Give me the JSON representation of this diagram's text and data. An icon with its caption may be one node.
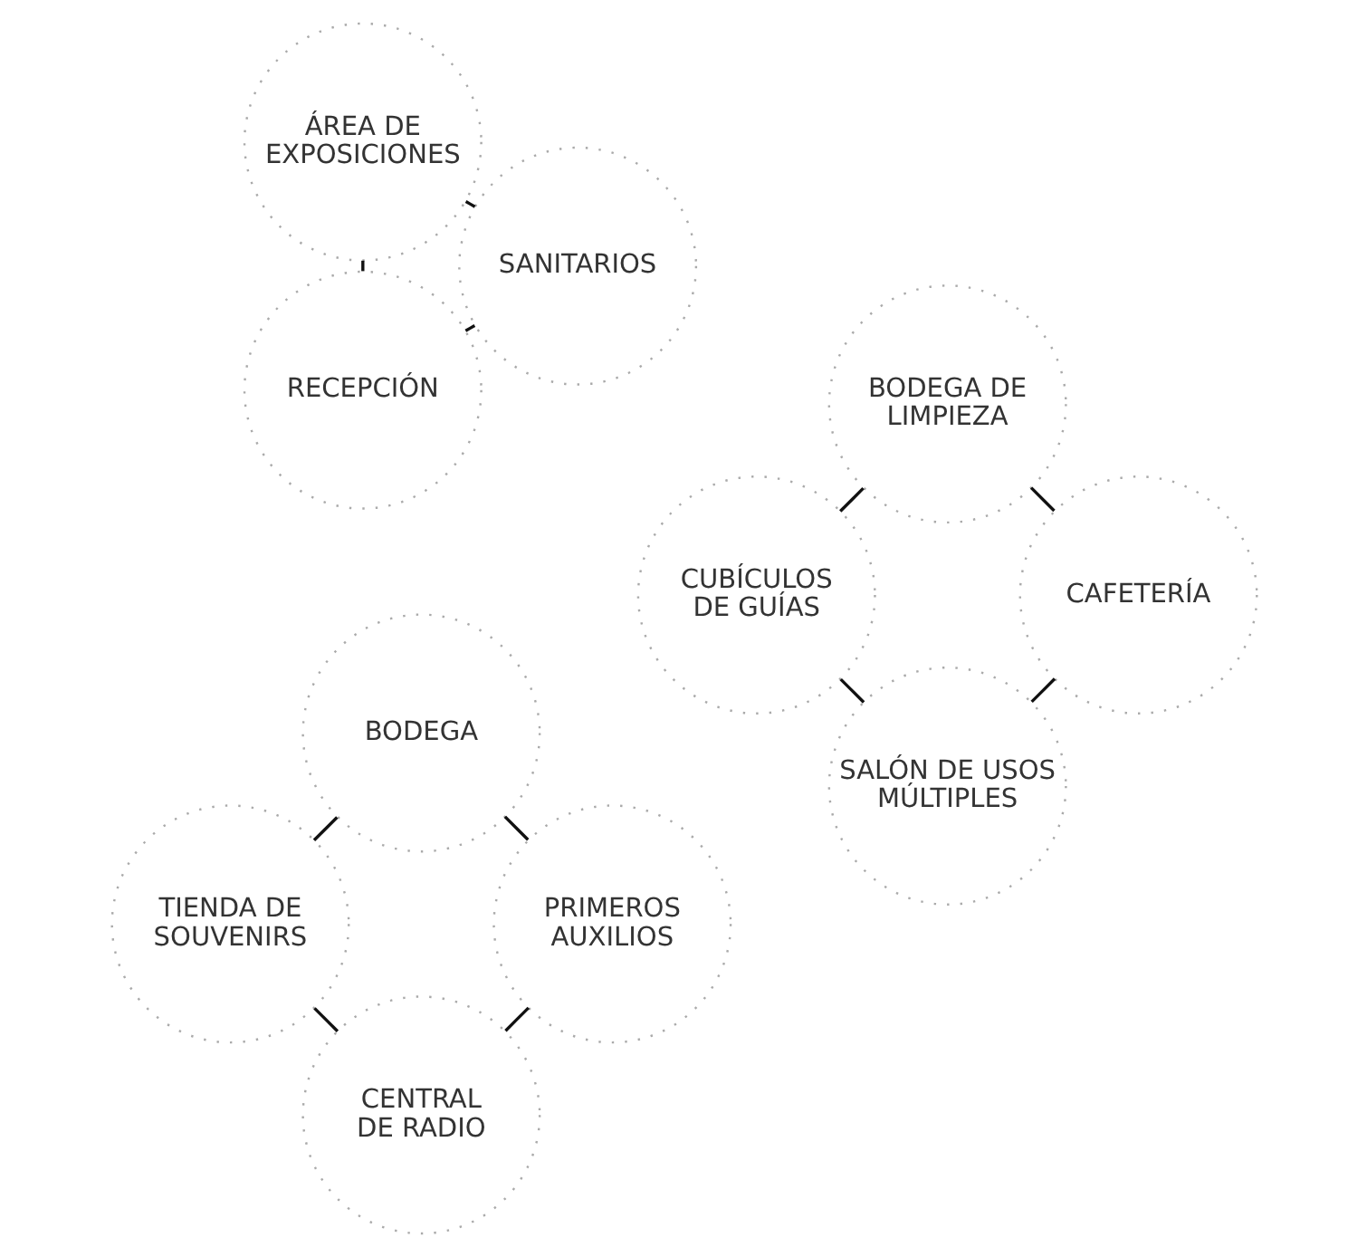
{
  "diagram": {
    "nodes": [
      {
        "text": [
          "CENTRAL DE RADIO"
        ]
      },
      {
        "text": [
          "SALÓN DE USOS MÚLTIPLES"
        ]
      },
      {
        "text": [
          "TIENDA DE SOUVENIRS"
        ]
      },
      {
        "text": [
          "PRIMEROS AUXILIOS"
        ]
      },
      {
        "text": [
          "RECEPCIÓN"
        ]
      },
      {
        "text": [
          "SANITARIOS"
        ]
      },
      {
        "text": [
          "CUBÍCULOS DE GUÍAS"
        ]
      },
      {
        "text": [
          "CAFETERÍA"
        ]
      },
      {
        "text": [
          "ÁREA DE EXPOSICIONES"
        ]
      },
      {
        "text": [
          "BODEGA DE LIMPIEZA"
        ]
      },
      {
        "text": [
          "BODEGA"
        ]
      }
    ],
    "edges": [
      {
        "from": 0,
        "to": 2,
        "arrow": "none"
      },
      {
        "from": 2,
        "to": 10,
        "arrow": "none"
      },
      {
        "from": 10,
        "to": 3,
        "arrow": "none"
      },
      {
        "from": 3,
        "to": 0,
        "arrow": "none"
      },
      {
        "from": 1,
        "to": 6,
        "arrow": "none"
      },
      {
        "from": 6,
        "to": 9,
        "arrow": "none"
      },
      {
        "from": 9,
        "to": 7,
        "arrow": "none"
      },
      {
        "from": 7,
        "to": 1,
        "arrow": "none"
      },
      {
        "from": 4,
        "to": 8,
        "arrow": "none"
      },
      {
        "from": 8,
        "to": 5,
        "arrow": "none"
      },
      {
        "from": 5,
        "to": 4,
        "arrow": "none"
      }
    ]
  }
}
